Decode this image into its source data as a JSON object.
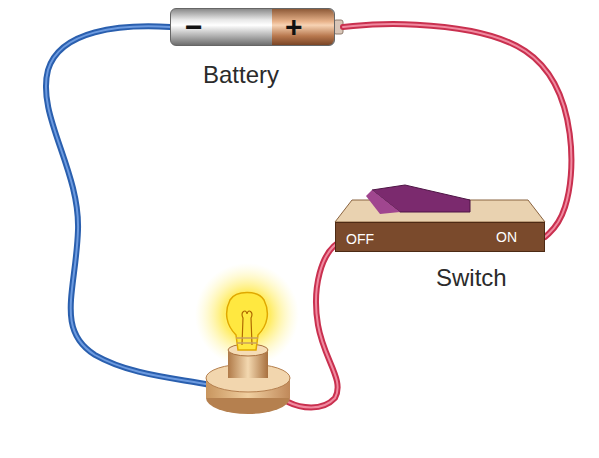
{
  "diagram": {
    "nodes": [
      {
        "text": [
          "−",
          "+",
          "Battery"
        ]
      },
      {
        "text": [
          "OFF",
          "ON",
          "Switch"
        ]
      }
    ],
    "edges": [
      {
        "from": 0,
        "to": 1,
        "arrow": "none"
      }
    ]
  }
}
